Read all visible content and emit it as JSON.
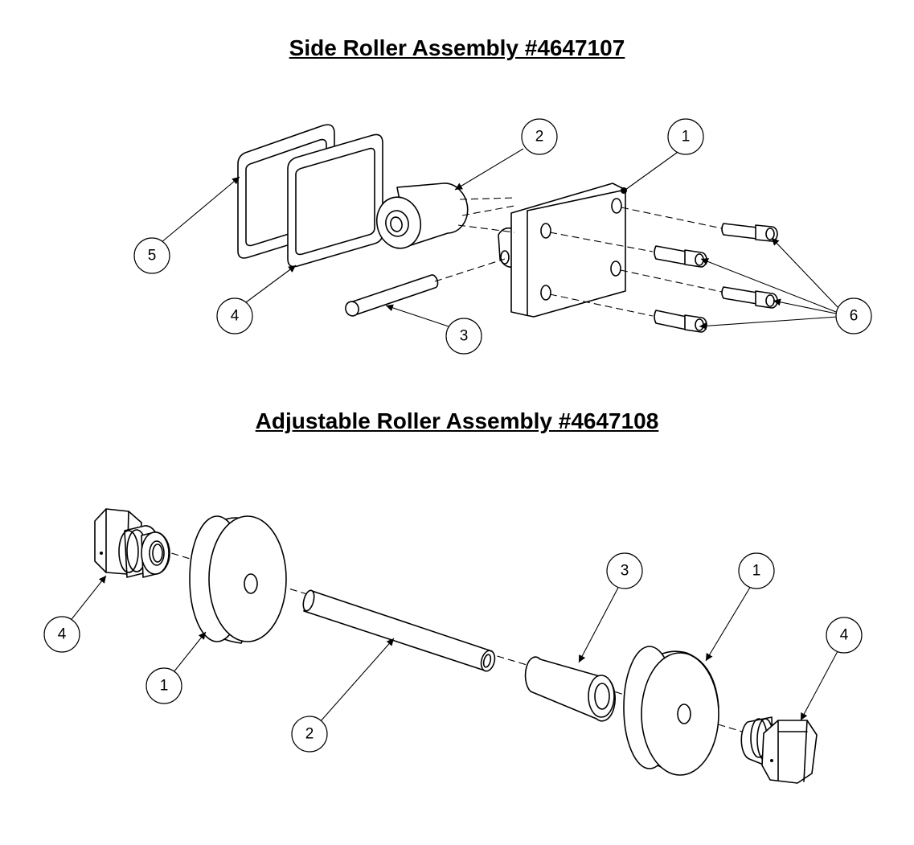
{
  "titles": {
    "top": "Side Roller Assembly #4647107",
    "bottom": "Adjustable Roller Assembly #4647108"
  },
  "callouts": {
    "top": [
      "1",
      "2",
      "3",
      "4",
      "5",
      "6"
    ],
    "bottom": [
      "4",
      "1",
      "2",
      "3",
      "1",
      "4"
    ]
  }
}
